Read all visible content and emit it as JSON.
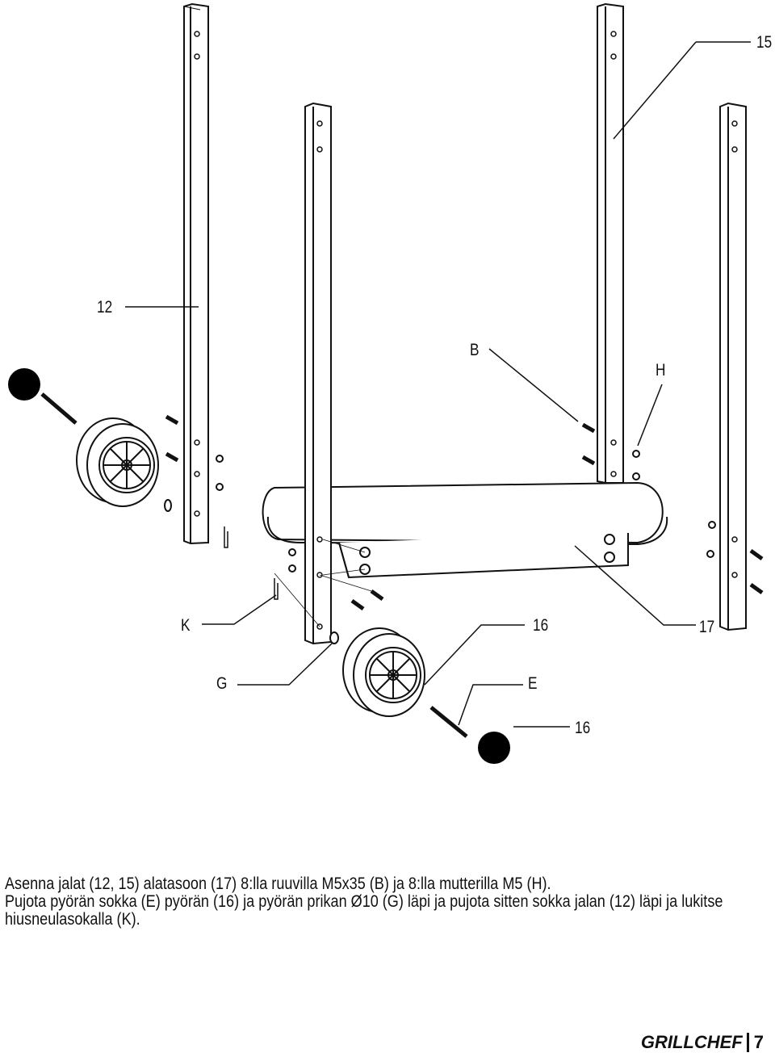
{
  "labels": {
    "l15": "15",
    "l12": "12",
    "lB": "B",
    "lH": "H",
    "lK": "K",
    "l16a": "16",
    "l17": "17",
    "lG": "G",
    "lE": "E",
    "l16b": "16"
  },
  "instructions": {
    "line1": "Asenna jalat (12, 15) alatasoon (17) 8:lla ruuvilla M5x35 (B) ja 8:lla mutterilla M5 (H).",
    "line2": "Pujota pyörän sokka (E) pyörän (16) ja pyörän prikan Ø10 (G) läpi  ja pujota sitten sokka jalan (12) läpi ja lukitse",
    "line3": "hiusneulasokalla (K)."
  },
  "footer": {
    "brand": "GRILLCHEF",
    "page": "7"
  }
}
